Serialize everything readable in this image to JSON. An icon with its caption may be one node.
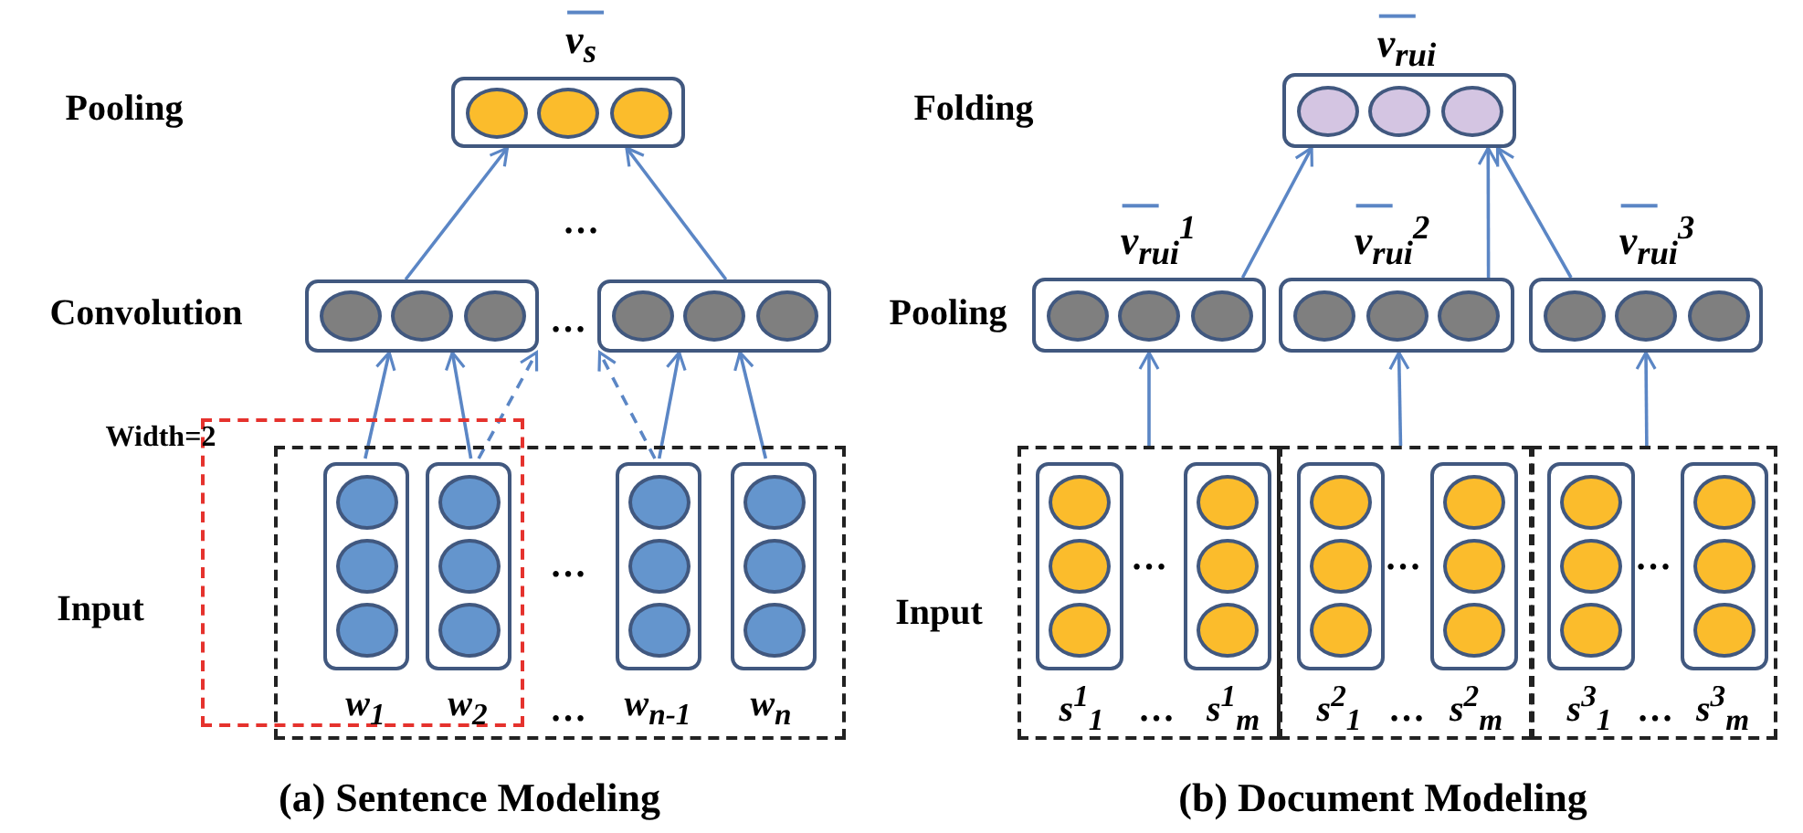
{
  "diagram": {
    "nodes": [
      {
        "text": [],
        "shape": "box",
        "beside": [
          "v$_{s}$"
        ]
      },
      {
        "text": [],
        "shape": "box"
      },
      {
        "text": [],
        "shape": "box"
      },
      {
        "text": [],
        "shape": "box"
      },
      {
        "text": [],
        "shape": "box",
        "in": 3
      },
      {
        "text": [],
        "shape": "box",
        "in": 3
      },
      {
        "text": [],
        "shape": "box",
        "in": 3
      },
      {
        "text": [],
        "shape": "box",
        "in": 3
      },
      {
        "text": [],
        "shape": "box",
        "beside": [
          "v$_{rui}$"
        ]
      },
      {
        "text": [],
        "shape": "box",
        "beside": [
          "v$_{rui}$$^{1}$"
        ]
      },
      {
        "text": [],
        "shape": "box",
        "beside": [
          "v$_{rui}$$^{2}$"
        ]
      },
      {
        "text": [],
        "shape": "box",
        "beside": [
          "v$_{rui}$$^{3}$"
        ]
      },
      {
        "text": [],
        "shape": "box"
      },
      {
        "text": [],
        "shape": "box"
      },
      {
        "text": [],
        "shape": "box"
      },
      {
        "text": [],
        "shape": "box",
        "in": 12,
        "beside": [
          "s$^{1}$$_{1}$"
        ]
      },
      {
        "text": [],
        "shape": "box",
        "in": 12,
        "beside": [
          "s$^{1}$$_{m}$"
        ]
      },
      {
        "text": [],
        "shape": "box",
        "in": 13,
        "beside": [
          "s$^{2}$$_{1}$"
        ]
      },
      {
        "text": [],
        "shape": "box",
        "in": 13,
        "beside": [
          "s$^{2}$$_{m}$"
        ]
      },
      {
        "text": [],
        "shape": "box",
        "in": 14,
        "beside": [
          "s$^{3}$$_{1}$"
        ]
      },
      {
        "text": [],
        "shape": "box",
        "in": 14,
        "beside": [
          "s$^{3}$$_{m}$"
        ]
      }
    ],
    "edges": [
      {
        "from": 4,
        "to": 1,
        "arrow": "to"
      },
      {
        "from": 5,
        "to": 1,
        "arrow": "to"
      },
      {
        "from": 5,
        "to": 1,
        "arrow": "to",
        "style": "dashed"
      },
      {
        "from": 6,
        "to": 2,
        "arrow": "to",
        "style": "dashed"
      },
      {
        "from": 6,
        "to": 2,
        "arrow": "to"
      },
      {
        "from": 7,
        "to": 2,
        "arrow": "to"
      },
      {
        "from": 1,
        "to": 0,
        "arrow": "to"
      },
      {
        "from": 2,
        "to": 0,
        "arrow": "to"
      },
      {
        "from": 12,
        "to": 9,
        "arrow": "to"
      },
      {
        "from": 13,
        "to": 10,
        "arrow": "to"
      },
      {
        "from": 14,
        "to": 11,
        "arrow": "to"
      },
      {
        "from": 9,
        "to": 8,
        "arrow": "to"
      },
      {
        "from": 10,
        "to": 8,
        "arrow": "to"
      },
      {
        "from": 11,
        "to": 8,
        "arrow": "to"
      }
    ],
    "labels": [
      "Pooling",
      "…",
      "Folding",
      "Convolution",
      "…",
      "Pooling",
      "Width=2",
      "Input",
      "…",
      "Input",
      "…",
      "…",
      "…",
      "w$_{1}$",
      "w$_{2}$",
      "…",
      "w$_{n-1}$",
      "w$_{n}$",
      "…",
      "…",
      "…",
      "(a) Sentence Modeling",
      "(b) Document Modeling"
    ]
  }
}
